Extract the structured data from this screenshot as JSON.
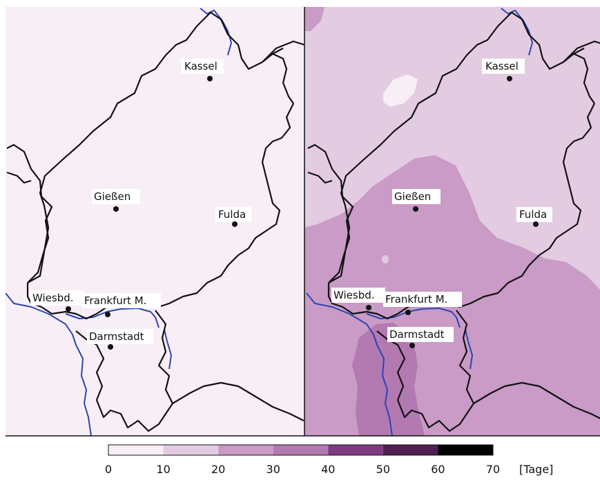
{
  "cities": [
    {
      "name": "Kassel"
    },
    {
      "name": "Gießen"
    },
    {
      "name": "Fulda"
    },
    {
      "name": "Wiesbd."
    },
    {
      "name": "Frankfurt M."
    },
    {
      "name": "Darmstadt"
    }
  ],
  "legend": {
    "ticks": [
      "0",
      "10",
      "20",
      "30",
      "40",
      "50",
      "60",
      "70"
    ],
    "unit": "[Tage]",
    "classes": [
      {
        "range": [
          0,
          10
        ],
        "color": "#f7eef6"
      },
      {
        "range": [
          10,
          20
        ],
        "color": "#e3cbe1"
      },
      {
        "range": [
          20,
          30
        ],
        "color": "#c99bc6"
      },
      {
        "range": [
          30,
          40
        ],
        "color": "#b379b1"
      },
      {
        "range": [
          40,
          50
        ],
        "color": "#7e3b82"
      },
      {
        "range": [
          50,
          60
        ],
        "color": "#4f1f52"
      },
      {
        "range": [
          60,
          70
        ],
        "color": "#000000"
      }
    ]
  },
  "colors": {
    "border": "#111111",
    "river": "#2b45b0",
    "left_panel_fill": "#f7eef6"
  }
}
